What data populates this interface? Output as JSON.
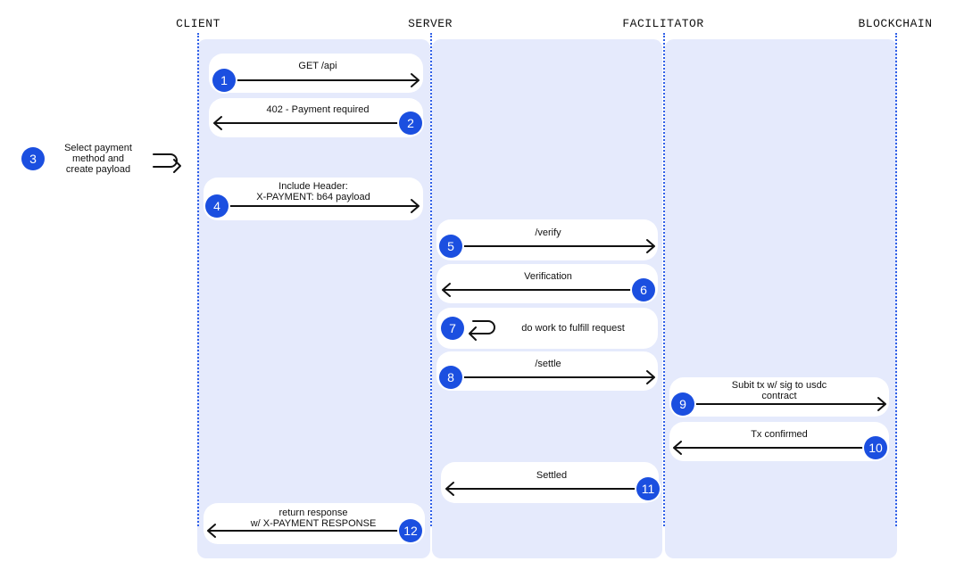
{
  "actors": [
    "CLIENT",
    "SERVER",
    "FACILITATOR",
    "BLOCKCHAIN"
  ],
  "steps": [
    {
      "n": "1",
      "label": "GET /api"
    },
    {
      "n": "2",
      "label": "402 - Payment required"
    },
    {
      "n": "3",
      "label": "Select payment\nmethod and\ncreate payload"
    },
    {
      "n": "4",
      "label": "Include Header:\nX-PAYMENT: b64 payload"
    },
    {
      "n": "5",
      "label": "/verify"
    },
    {
      "n": "6",
      "label": "Verification"
    },
    {
      "n": "7",
      "label": "do work to fulfill request"
    },
    {
      "n": "8",
      "label": "/settle"
    },
    {
      "n": "9",
      "label": "Subit tx w/ sig to usdc\ncontract"
    },
    {
      "n": "10",
      "label": "Tx confirmed"
    },
    {
      "n": "11",
      "label": "Settled"
    },
    {
      "n": "12",
      "label": "return response\nw/ X-PAYMENT RESPONSE"
    }
  ],
  "colors": {
    "lane": "#e5eafc",
    "lifeline": "#2f5fe8",
    "badge": "#1b4fe0",
    "arrow": "#111111"
  }
}
